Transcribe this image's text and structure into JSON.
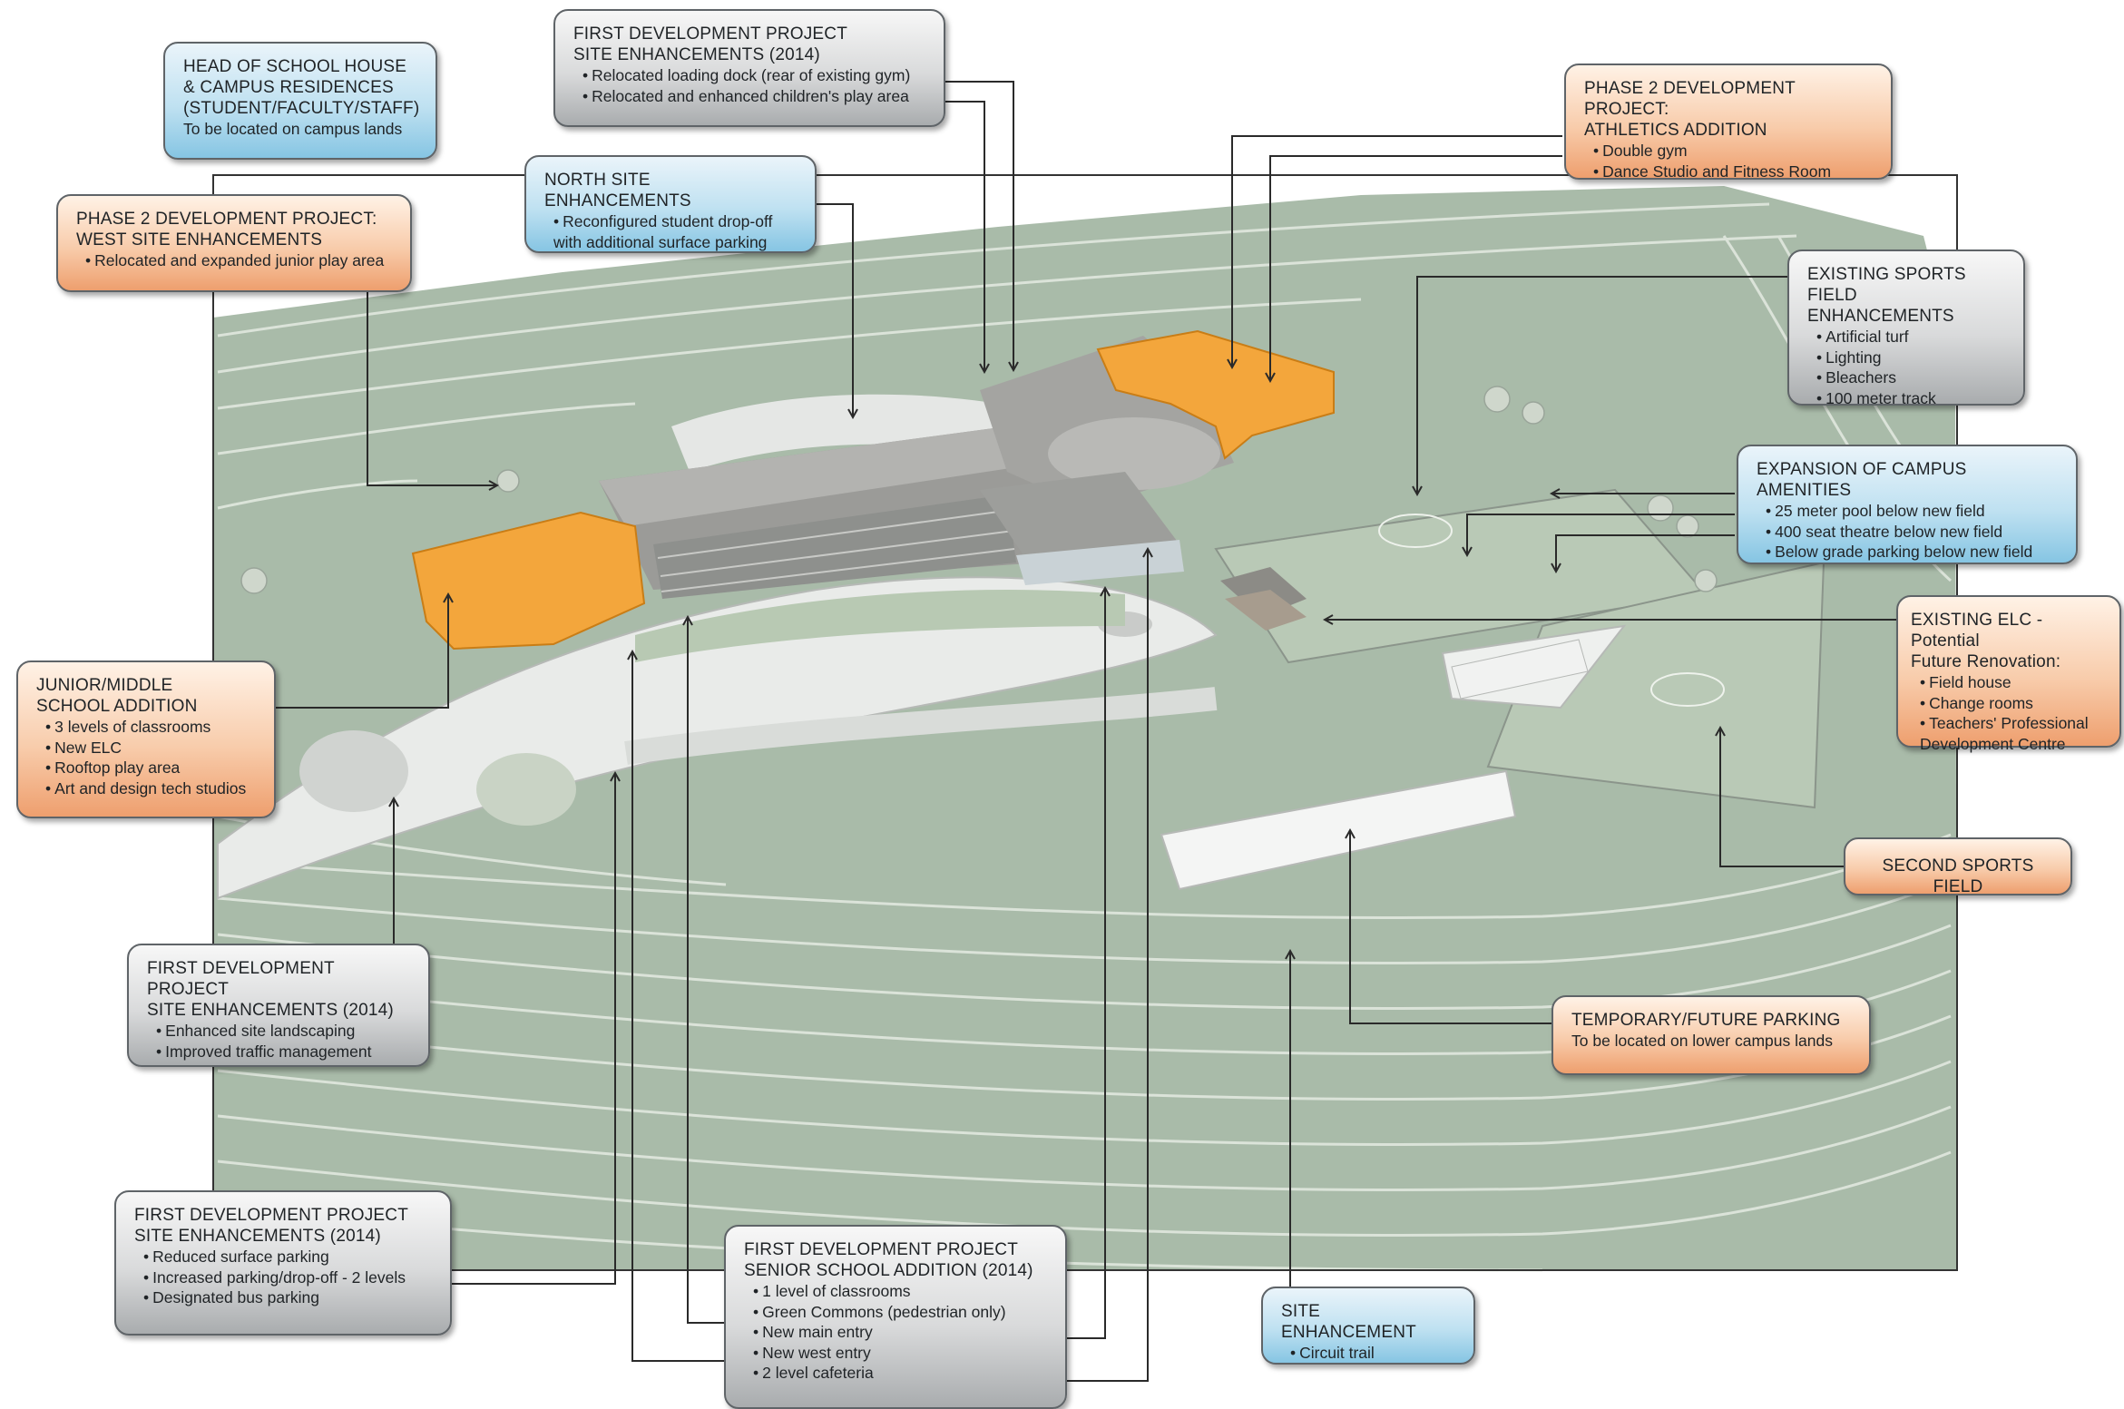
{
  "colors": {
    "terrain": "#a9bba9",
    "terrain_line": "#e4ebe2",
    "building_orange": "#f3a63c",
    "building_roof": "#a9a9a6",
    "road": "#e9ebe9",
    "callout_blue": "#9fd2ea",
    "callout_orange": "#f3b589",
    "callout_grey": "#c6c8ca",
    "connector": "#2a2a2a"
  },
  "callouts": {
    "head_of_school": {
      "title": "HEAD OF SCHOOL HOUSE\n& CAMPUS RESIDENCES\n(STUDENT/FACULTY/STAFF)",
      "note": "To be located on campus lands"
    },
    "first_dev_site_top": {
      "title": "FIRST DEVELOPMENT PROJECT\nSITE ENHANCEMENTS (2014)",
      "items": [
        "Relocated loading dock (rear of existing gym)",
        "Relocated and enhanced children's play area"
      ]
    },
    "phase2_athletics": {
      "title": "PHASE 2 DEVELOPMENT PROJECT:\nATHLETICS ADDITION",
      "items": [
        "Double gym",
        "Dance Studio and Fitness Room"
      ]
    },
    "phase2_west": {
      "title": "PHASE 2 DEVELOPMENT PROJECT:\nWEST SITE ENHANCEMENTS",
      "items": [
        "Relocated and expanded junior play area"
      ]
    },
    "north_site": {
      "title": "NORTH SITE ENHANCEMENTS",
      "items": [
        "Reconfigured student drop-off\nwith additional surface parking"
      ]
    },
    "existing_sports": {
      "title": "EXISTING SPORTS FIELD\nENHANCEMENTS",
      "items": [
        "Artificial turf",
        "Lighting",
        "Bleachers",
        "100 meter track"
      ]
    },
    "expansion_amenities": {
      "title": "EXPANSION OF CAMPUS AMENITIES",
      "items": [
        "25 meter pool below new field",
        "400 seat theatre below new field",
        "Below grade parking below new field"
      ]
    },
    "existing_elc": {
      "title": "EXISTING ELC - Potential\nFuture Renovation:",
      "items": [
        "Field house",
        "Change rooms",
        "Teachers' Professional\nDevelopment Centre"
      ]
    },
    "junior_middle": {
      "title": "JUNIOR/MIDDLE\nSCHOOL ADDITION",
      "items": [
        "3 levels of classrooms",
        "New ELC",
        "Rooftop play area",
        "Art and design tech studios"
      ]
    },
    "second_sports": {
      "title": "SECOND SPORTS FIELD"
    },
    "first_dev_landscaping": {
      "title": "FIRST DEVELOPMENT PROJECT\nSITE ENHANCEMENTS (2014)",
      "items": [
        "Enhanced site landscaping",
        "Improved traffic management"
      ]
    },
    "temporary_parking": {
      "title": "TEMPORARY/FUTURE PARKING",
      "note": "To be located on lower campus lands"
    },
    "first_dev_parking": {
      "title": "FIRST DEVELOPMENT PROJECT\nSITE ENHANCEMENTS (2014)",
      "items": [
        "Reduced surface parking",
        "Increased parking/drop-off - 2 levels",
        "Designated bus parking"
      ]
    },
    "senior_school": {
      "title": "FIRST DEVELOPMENT PROJECT\nSENIOR SCHOOL ADDITION (2014)",
      "items": [
        "1 level of classrooms",
        "Green Commons (pedestrian only)",
        "New main entry",
        "New west entry",
        "2 level cafeteria"
      ]
    },
    "site_enhancement": {
      "title": "SITE ENHANCEMENT",
      "items": [
        "Circuit trail"
      ]
    }
  }
}
